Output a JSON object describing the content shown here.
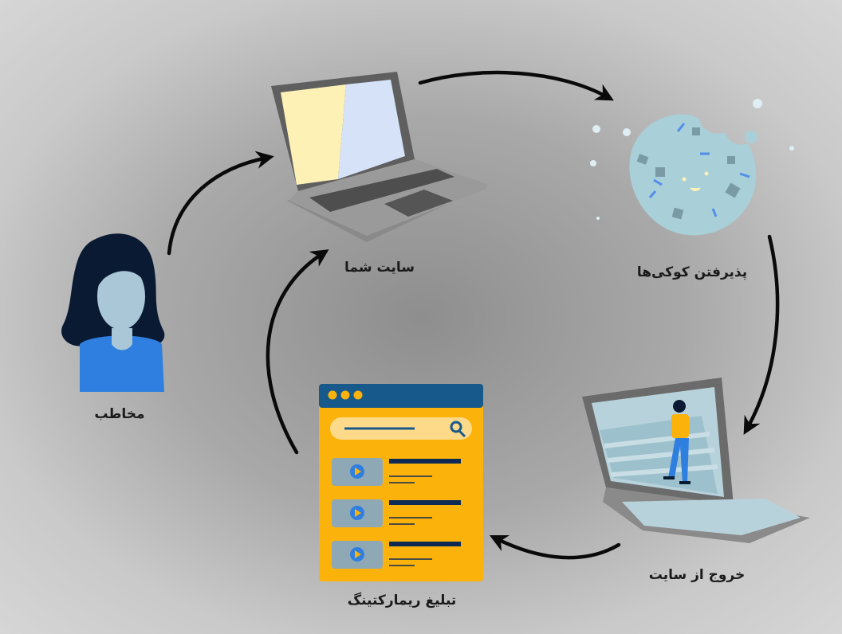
{
  "nodes": {
    "audience": {
      "label": "مخاطب",
      "icon": "woman-avatar-icon"
    },
    "website": {
      "label": "سایت شما",
      "icon": "laptop-icon"
    },
    "cookies": {
      "label": "پذیرفتن کوکی‌ها",
      "icon": "cookie-icon"
    },
    "exit": {
      "label": "خروج از سایت",
      "icon": "person-leaving-laptop-icon"
    },
    "remarketing": {
      "label": "تبلیغ ریمارکتینگ",
      "icon": "ad-browser-window-icon"
    }
  },
  "colors": {
    "arrow": "#0a0a0a",
    "accent_yellow": "#fbb20a",
    "accent_blue": "#2f7fe0",
    "dark_navy": "#0d1b33",
    "laptop_gray": "#6b6b6b",
    "cookie_blue": "#a9cfd9"
  }
}
